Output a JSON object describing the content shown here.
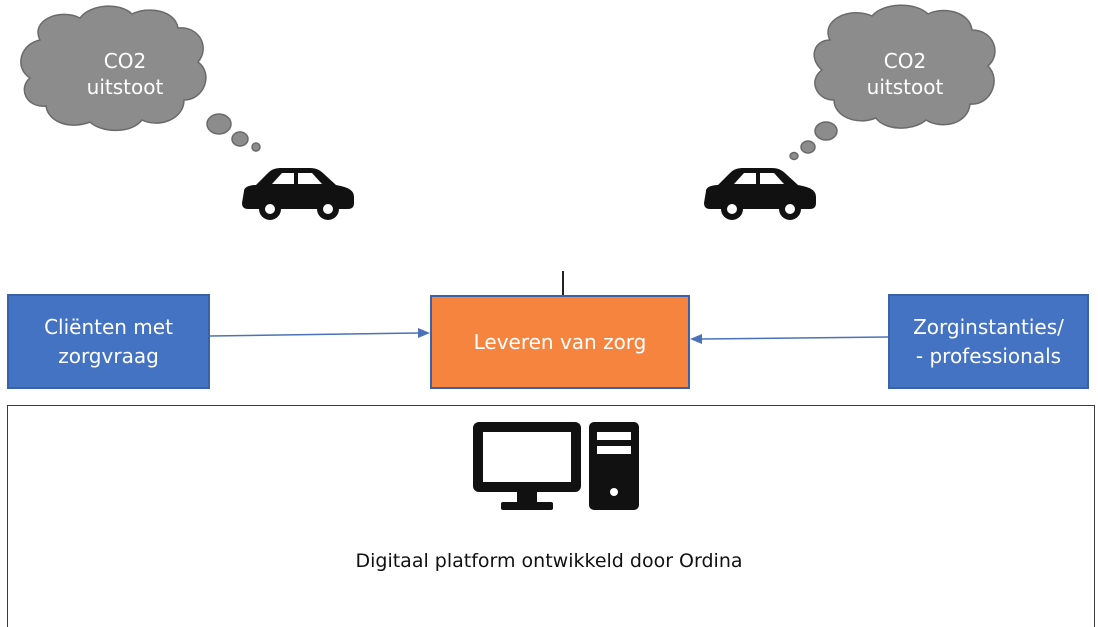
{
  "clouds": [
    {
      "text_line1": "CO2",
      "text_line2": "uitstoot"
    },
    {
      "text_line1": "CO2",
      "text_line2": "uitstoot"
    }
  ],
  "boxes": {
    "clients": {
      "line1": "Cliënten met",
      "line2": "zorgvraag"
    },
    "center": {
      "label": "Leveren van zorg"
    },
    "institutions": {
      "line1": "Zorginstanties/",
      "line2": "- professionals"
    }
  },
  "platform": {
    "label": "Digitaal platform ontwikkeld door Ordina"
  },
  "icons": [
    "cloud-icon",
    "car-icon",
    "computer-icon"
  ],
  "colors": {
    "cloud": "#8c8c8c",
    "blue_box": "#4573c4",
    "orange_box": "#f6843e",
    "arrow": "#4a72b8"
  }
}
